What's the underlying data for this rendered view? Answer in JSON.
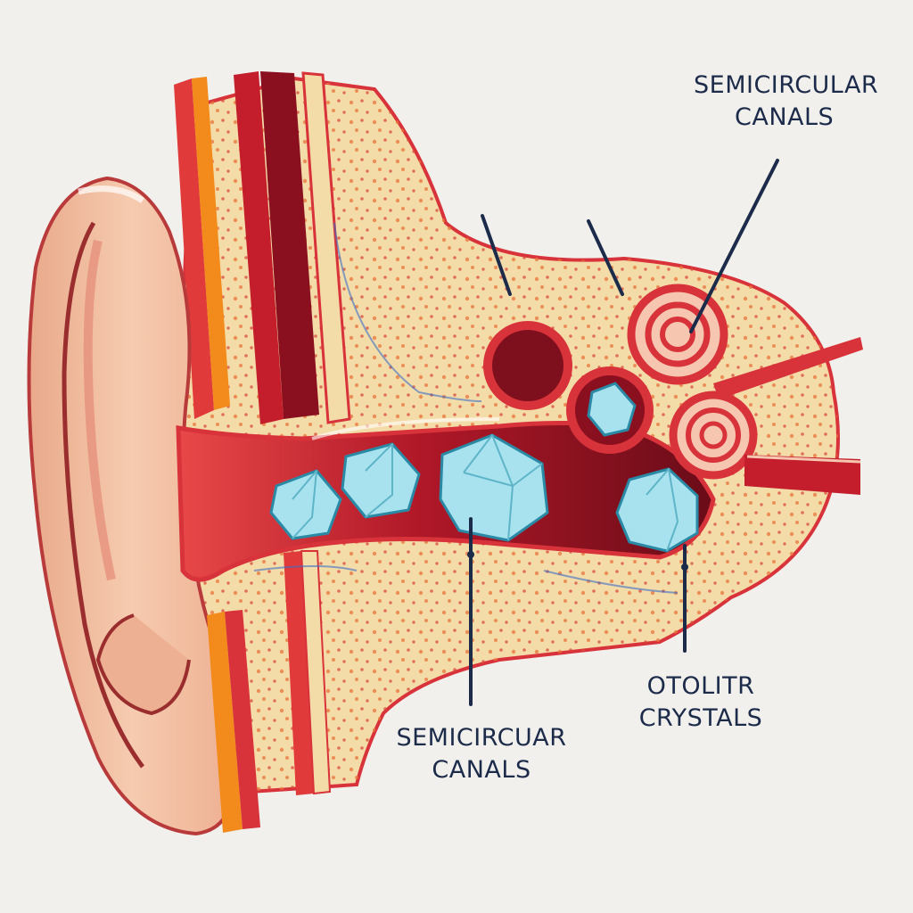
{
  "labels": {
    "top": {
      "line1": "SEMICIRCULAR",
      "line2": "CANALS"
    },
    "bottom_left": {
      "line1": "SEMICIRCUAR",
      "line2": "CANALS"
    },
    "bottom_right": {
      "line1": "OTOLITR",
      "line2": "CRYSTALS"
    }
  },
  "colors": {
    "background": "#f2f0ec",
    "skin": "#f3c2a0",
    "bone": "#f4dca8",
    "red": "#d8323a",
    "dark_red": "#7e0f1c",
    "orange": "#f08a1c",
    "crystal": "#a8e2ee",
    "label_text": "#1c2b4a"
  }
}
